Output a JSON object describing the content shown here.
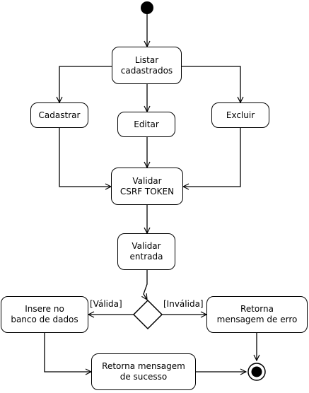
{
  "nodes": {
    "listar": "Listar\ncadastrados",
    "cadastrar": "Cadastrar",
    "editar": "Editar",
    "excluir": "Excluir",
    "validar_csrf": "Validar\nCSRF TOKEN",
    "validar_entrada": "Validar\nentrada",
    "insere": "Insere no\nbanco de dados",
    "retorna_erro": "Retorna\nmensagem de erro",
    "retorna_sucesso": "Retorna mensagem\nde sucesso"
  },
  "guards": {
    "valida": "[Válida]",
    "invalida": "[Inválida]"
  }
}
